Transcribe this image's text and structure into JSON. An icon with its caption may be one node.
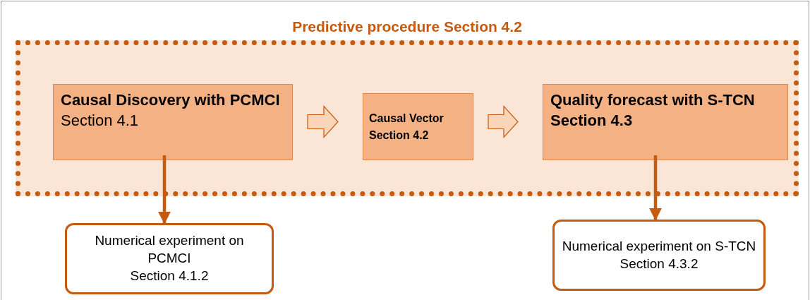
{
  "diagram": {
    "nodes": [
      {
        "text": [
          "Predictive procedure Section 4.2"
        ]
      },
      {
        "text": [
          "Causal Discovery with PCMCI",
          "Section 4.1"
        ],
        "in": 0
      },
      {
        "text": [
          "Causal Vector Section 4.2"
        ],
        "in": 0
      },
      {
        "text": [
          "Quality forecast with S-TCN",
          "Section 4.3"
        ],
        "in": 0
      },
      {
        "text": [
          "Numerical experiment on PCMCI",
          "Section 4.1.2"
        ]
      },
      {
        "text": [
          "Numerical experiment on S-TCN",
          "Section 4.3.2"
        ]
      }
    ],
    "edges": [
      {
        "from": 1,
        "to": 2,
        "arrow": "to"
      },
      {
        "from": 2,
        "to": 3,
        "arrow": "to"
      },
      {
        "from": 1,
        "to": 4,
        "arrow": "to"
      },
      {
        "from": 3,
        "to": 5,
        "arrow": "to"
      }
    ]
  }
}
